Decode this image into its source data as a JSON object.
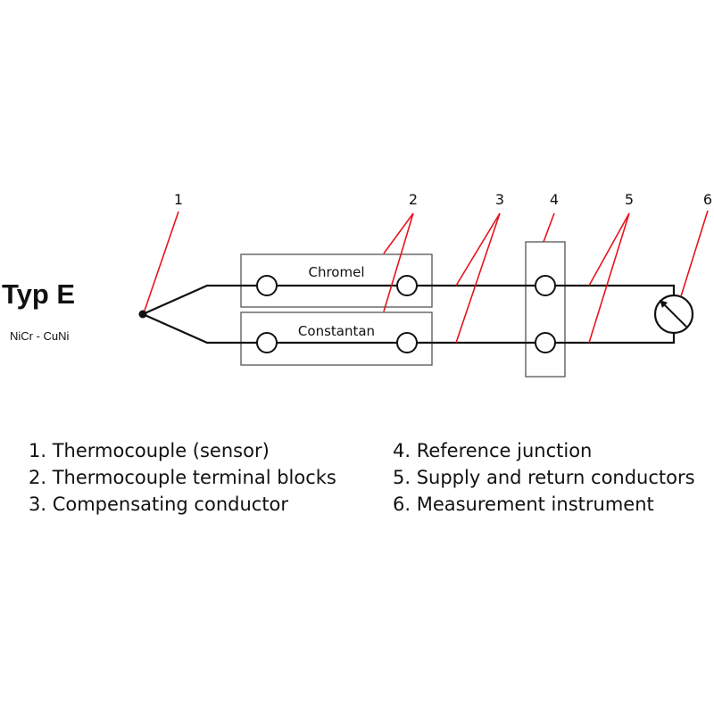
{
  "title": "Typ E",
  "subtitle": "NiCr - CuNi",
  "callouts": [
    "1",
    "2",
    "3",
    "4",
    "5",
    "6"
  ],
  "wire_labels": {
    "top": "Chromel",
    "bottom": "Constantan"
  },
  "legend": [
    "1. Thermocouple (sensor)",
    "2. Thermocouple terminal blocks",
    "3. Compensating conductor",
    "4. Reference junction",
    "5. Supply and return conductors",
    "6. Measurement instrument"
  ],
  "colors": {
    "wire": "#111111",
    "leader": "#e8141c",
    "box": "#555555"
  }
}
